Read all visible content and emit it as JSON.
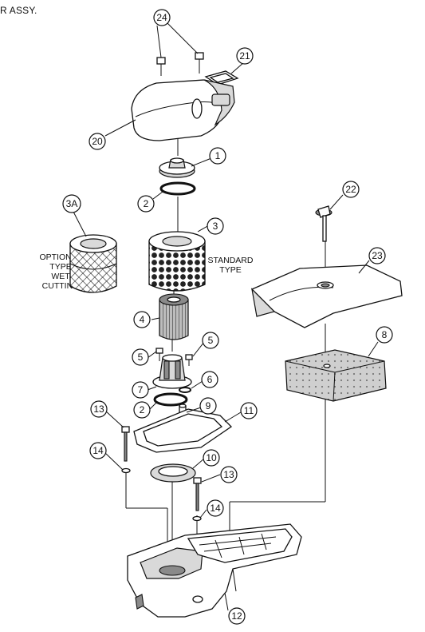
{
  "title": "R ASSY.",
  "notes": {
    "optional": [
      "OPTIONAL",
      "TYPE",
      "WET",
      "CUTTING"
    ],
    "standard": [
      "STANDARD",
      "TYPE"
    ]
  },
  "callouts": {
    "c1": "1",
    "c2a": "2",
    "c2b": "2",
    "c3": "3",
    "c3a": "3A",
    "c4": "4",
    "c5a": "5",
    "c5b": "5",
    "c6": "6",
    "c7": "7",
    "c8": "8",
    "c9": "9",
    "c10": "10",
    "c11": "11",
    "c12": "12",
    "c13a": "13",
    "c13b": "13",
    "c14a": "14",
    "c14b": "14",
    "c20": "20",
    "c21": "21",
    "c22": "22",
    "c23": "23",
    "c24": "24"
  }
}
